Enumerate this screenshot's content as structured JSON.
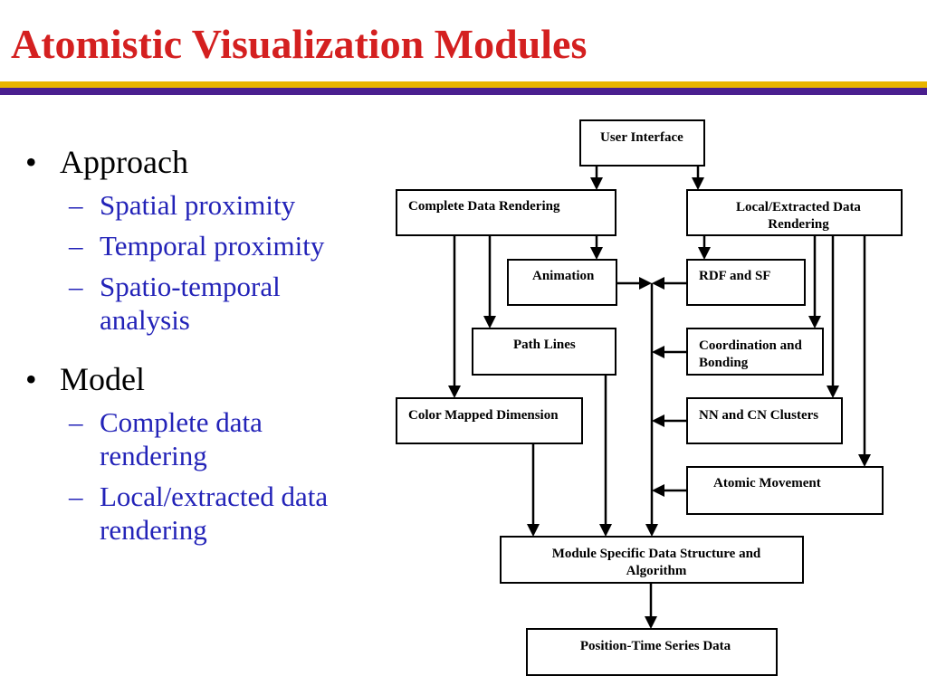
{
  "slide": {
    "title": "Atomistic Visualization Modules",
    "colors": {
      "title": "#d42020",
      "rule_gold": "#e8b400",
      "rule_purple": "#4a1f8f",
      "sub_bullet": "#2323b8"
    }
  },
  "bullets": [
    {
      "text": "Approach",
      "children": [
        "Spatial proximity",
        "Temporal proximity",
        "Spatio-temporal analysis"
      ]
    },
    {
      "text": "Model",
      "children": [
        "Complete data rendering",
        "Local/extracted data rendering"
      ]
    }
  ],
  "diagram": {
    "boxes": {
      "user_interface": "User Interface",
      "complete_data_rendering": "Complete Data Rendering",
      "local_extracted_line1": "Local/Extracted Data",
      "local_extracted_line2": "Rendering",
      "animation": "Animation",
      "rdf_sf": "RDF and SF",
      "path_lines": "Path Lines",
      "coordination_line1": "Coordination and",
      "coordination_line2": "Bonding",
      "color_mapped": "Color Mapped Dimension",
      "nn_cn": "NN and CN Clusters",
      "atomic_movement": "Atomic Movement",
      "module_specific_line1": "Module Specific Data Structure and",
      "module_specific_line2": "Algorithm",
      "position_time": "Position-Time Series Data"
    }
  }
}
